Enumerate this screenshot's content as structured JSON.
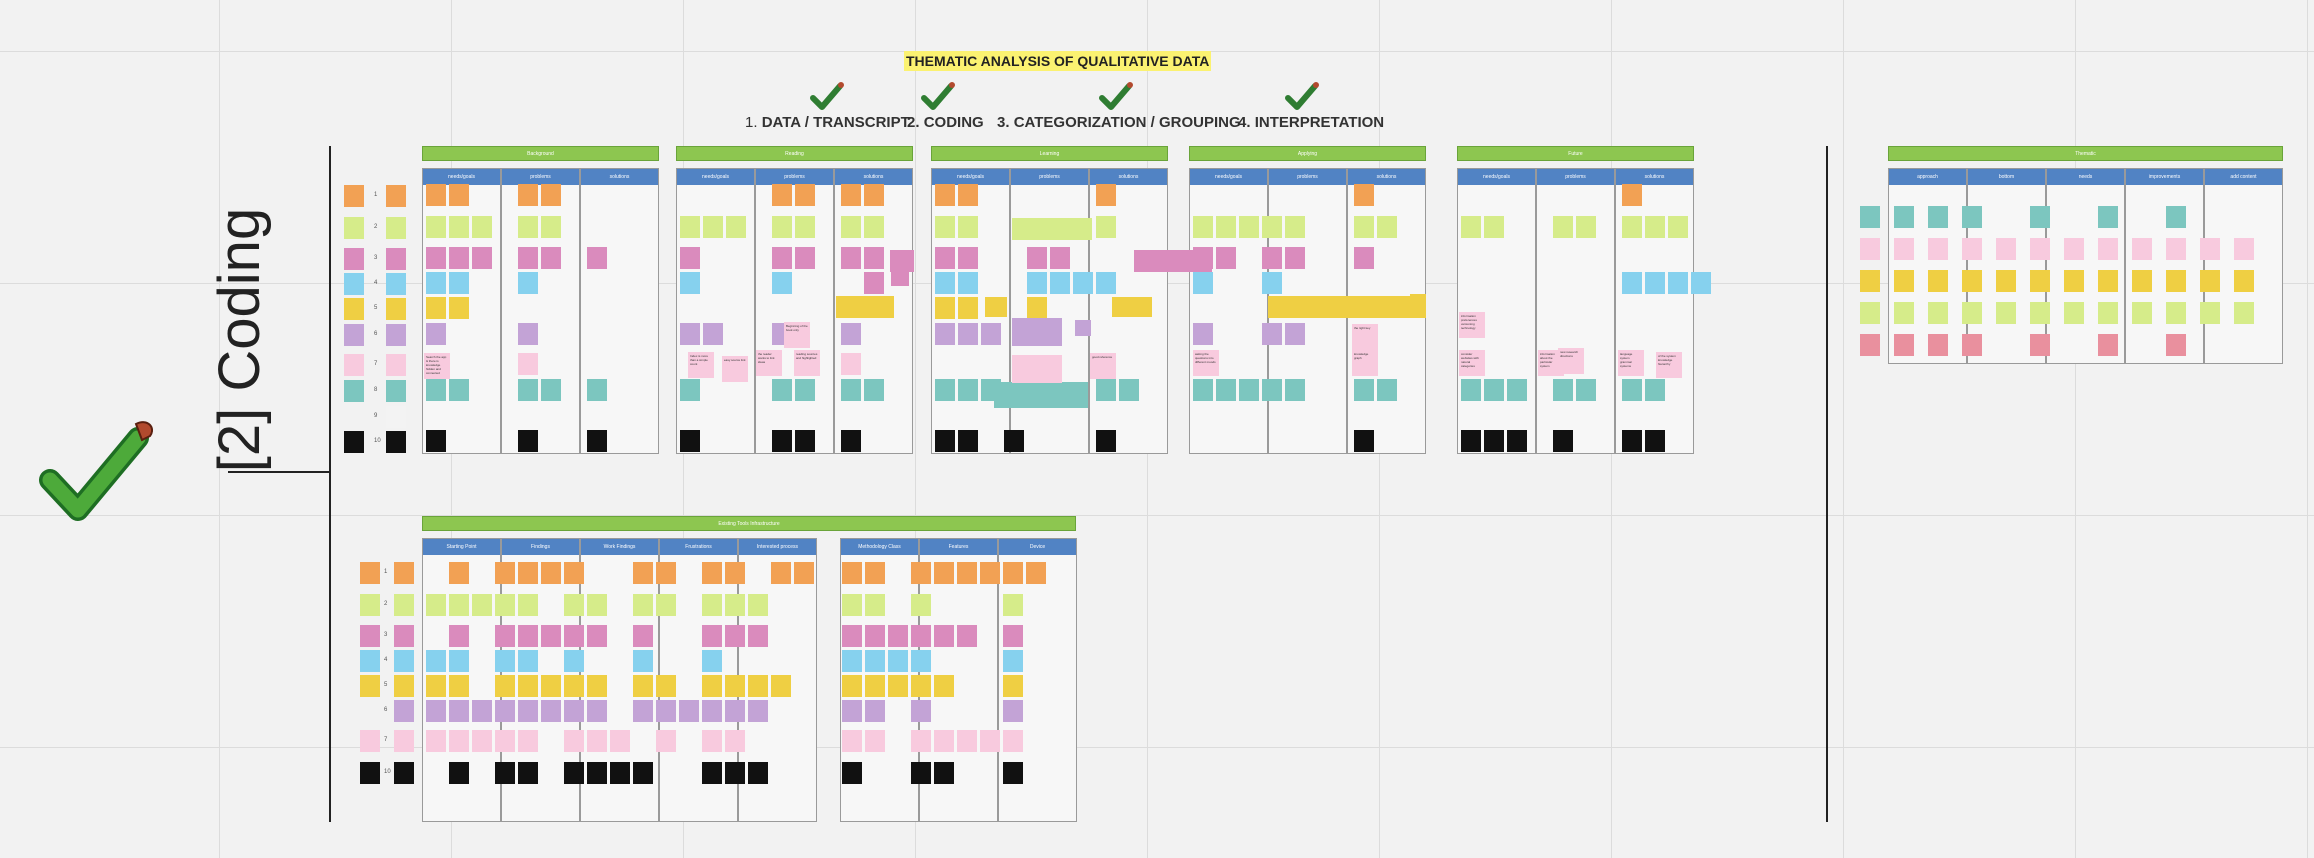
{
  "title": "THEMATIC ANALYSIS OF QUALITATIVE DATA",
  "steps": [
    {
      "number": "1.",
      "label": "DATA / TRANSCRIPT"
    },
    {
      "number": "2.",
      "label": "CODING"
    },
    {
      "number": "3.",
      "label": "CATEGORIZATION  / GROUPING"
    },
    {
      "number": "4.",
      "label": "INTERPRETATION"
    }
  ],
  "section_label": "[2] Coding",
  "colors": {
    "orange": "#f2a154",
    "lime": "#d6ec8a",
    "magenta": "#da8bbd",
    "blue": "#86d1ee",
    "yellow": "#efcf43",
    "purple": "#c3a3d6",
    "pink": "#f8cade",
    "teal": "#7cc6bf",
    "white": "#f3f3f3",
    "black": "#111111",
    "red": "#e9909e",
    "green_header": "#8dc650",
    "blue_header": "#5183c4"
  },
  "row_numbers": [
    "1",
    "2",
    "3",
    "4",
    "5",
    "6",
    "7",
    "8",
    "9",
    "10"
  ],
  "legend_rows": [
    "orange",
    "lime",
    "magenta",
    "blue",
    "yellow",
    "purple",
    "pink",
    "teal",
    "white",
    "black"
  ],
  "top_boards": [
    {
      "title": "Background",
      "columns": [
        "needs/goals",
        "problems",
        "solutions"
      ]
    },
    {
      "title": "Reading",
      "columns": [
        "needs/goals",
        "problems",
        "solutions"
      ]
    },
    {
      "title": "Learning",
      "columns": [
        "needs/goals",
        "problems",
        "solutions"
      ]
    },
    {
      "title": "Applying",
      "columns": [
        "needs/goals",
        "problems",
        "solutions"
      ]
    },
    {
      "title": "Future",
      "columns": [
        "needs/goals",
        "problems",
        "solutions"
      ]
    }
  ],
  "bottom_board": {
    "title": "Existing Tools Infrastructure",
    "columns_a": [
      "Starting Point",
      "Findings",
      "Work Findings",
      "Frustrations",
      "Interested process"
    ],
    "columns_b": [
      "Methodology Class",
      "Features",
      "Device"
    ]
  },
  "right_board": {
    "title": "Thematic",
    "columns": [
      "approach",
      "bottom",
      "needs",
      "improvements",
      "add content"
    ]
  },
  "notes": {
    "n1": "Search the app & there is knowledge hidden and connected",
    "n2": "Index is more than a simple count",
    "n3": "easy source link",
    "n4": "the reader wants to link ideas",
    "n5": "Beginning of the book only",
    "n6": "reading sources and highlighted",
    "n7": "good reference",
    "n8": "asking the questions into different moods",
    "n9": "knowledge graph",
    "n10": "the right key",
    "n11": "information preferences versioning technology",
    "n12": "consider websites with natural categories",
    "n13": "information about the particular system",
    "n14": "new research directions",
    "n15": "language system grammar systems",
    "n16": "of the system knowledge hierarchy"
  }
}
